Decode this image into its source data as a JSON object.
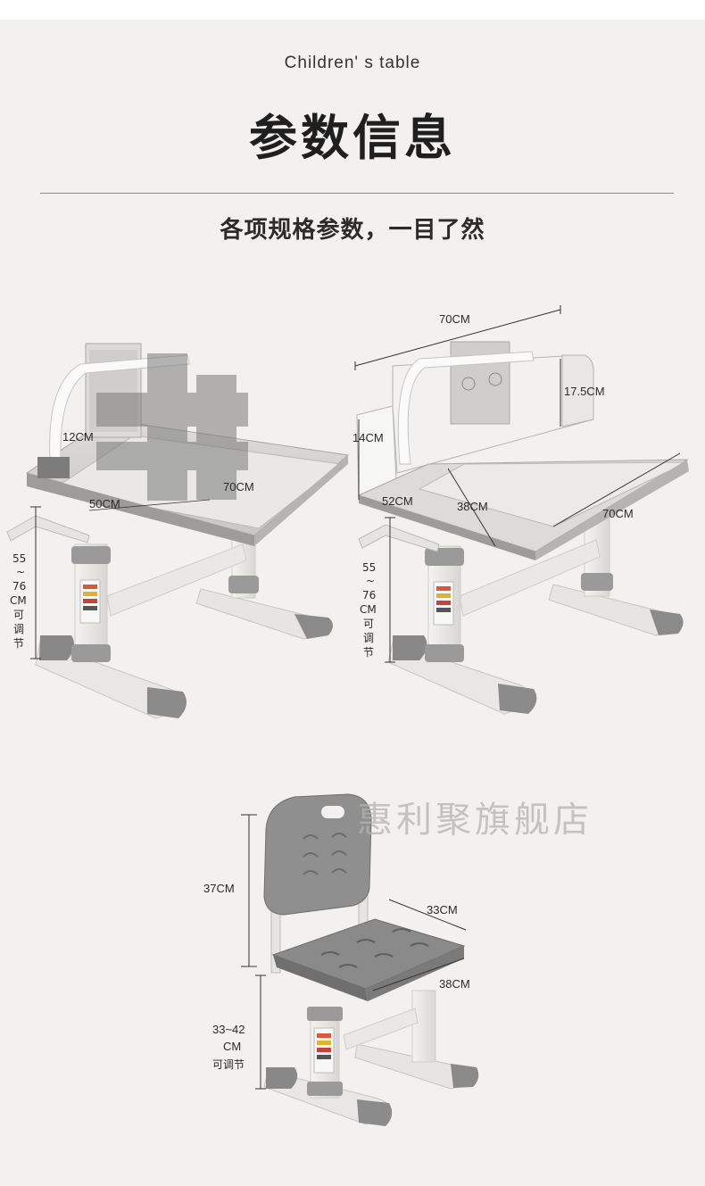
{
  "header": {
    "subtitle": "Children' s table",
    "title": "参数信息",
    "tagline": "各项规格参数，一目了然"
  },
  "desk_left": {
    "dim_depth": "12CM",
    "dim_width_front": "50CM",
    "dim_width_side": "70CM",
    "height_range_top": "55",
    "height_range_sep": "~",
    "height_range_bottom": "76",
    "height_unit": "CM",
    "adjustable": [
      "可",
      "调",
      "节"
    ]
  },
  "desk_right": {
    "dim_total_width": "70CM",
    "dim_shelf_height": "17.5CM",
    "dim_shelf_depth": "14CM",
    "dim_desk_depth": "52CM",
    "dim_tilt_board": "38CM",
    "dim_desk_width": "70CM",
    "height_range_top": "55",
    "height_range_sep": "~",
    "height_range_bottom": "76",
    "height_unit": "CM",
    "adjustable": [
      "可",
      "调",
      "节"
    ]
  },
  "chair": {
    "dim_back_height": "37CM",
    "dim_seat_width": "33CM",
    "dim_seat_depth": "38CM",
    "height_range": "33~42",
    "height_unit": "CM",
    "adjustable": "可调节"
  },
  "watermark": {
    "store_name": "惠利聚旗舰店"
  },
  "colors": {
    "background": "#f3f1ef",
    "frame_white": "#ecebe9",
    "accent_gray": "#8e8e8e",
    "dark_gray": "#6f6f6f"
  }
}
